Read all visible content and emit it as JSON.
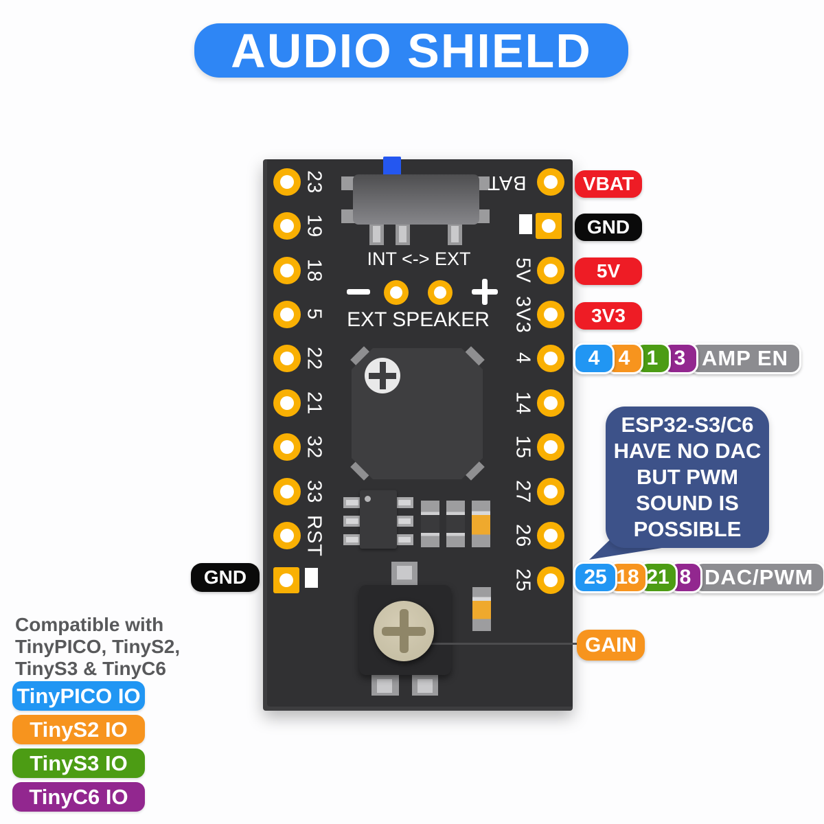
{
  "title": "AUDIO SHIELD",
  "board": {
    "switch_label": "INT <-> EXT",
    "ext_speaker": {
      "minus": "-",
      "plus": "+",
      "label": "EXT SPEAKER"
    },
    "left_pins": [
      "23",
      "19",
      "18",
      "5",
      "22",
      "21",
      "32",
      "33",
      "RST"
    ],
    "right_pins": [
      "BAT",
      "5V",
      "3V3",
      "4",
      "14",
      "15",
      "27",
      "26",
      "25"
    ]
  },
  "callouts": {
    "gnd_left": "GND",
    "vbat": "VBAT",
    "gnd_right": "GND",
    "v5": "5V",
    "v3v3": "3V3",
    "gain": "GAIN",
    "amp_en": {
      "pins": [
        "4",
        "4",
        "1",
        "3"
      ],
      "label": "AMP EN"
    },
    "dac_pwm": {
      "pins": [
        "25",
        "18",
        "21",
        "8"
      ],
      "label": "DAC/PWM"
    }
  },
  "note_bubble": {
    "lines": [
      "ESP32-S3/C6",
      "HAVE NO DAC",
      "BUT PWM",
      "SOUND IS",
      "POSSIBLE"
    ]
  },
  "footer": {
    "compatibility_lines": [
      "Compatible with",
      "TinyPICO, TinyS2,",
      "TinyS3 & TinyC6"
    ],
    "legend": [
      {
        "label": "TinyPICO IO",
        "color": "#2196f3"
      },
      {
        "label": "TinyS2 IO",
        "color": "#f7941e"
      },
      {
        "label": "TinyS3 IO",
        "color": "#4c9c14"
      },
      {
        "label": "TinyC6 IO",
        "color": "#92278f"
      }
    ]
  },
  "colors": {
    "banner_blue": "#2e86f5",
    "power_red": "#ee1c25",
    "gnd_black": "#0a0a0a",
    "io_blue": "#2196f3",
    "io_orange": "#f7941e",
    "io_green": "#4c9c14",
    "io_purple": "#92278f",
    "signal_gray": "#8c8c90",
    "note_navy": "#3d5289",
    "board_dark": "#313133",
    "pad_gold": "#f9b003"
  }
}
